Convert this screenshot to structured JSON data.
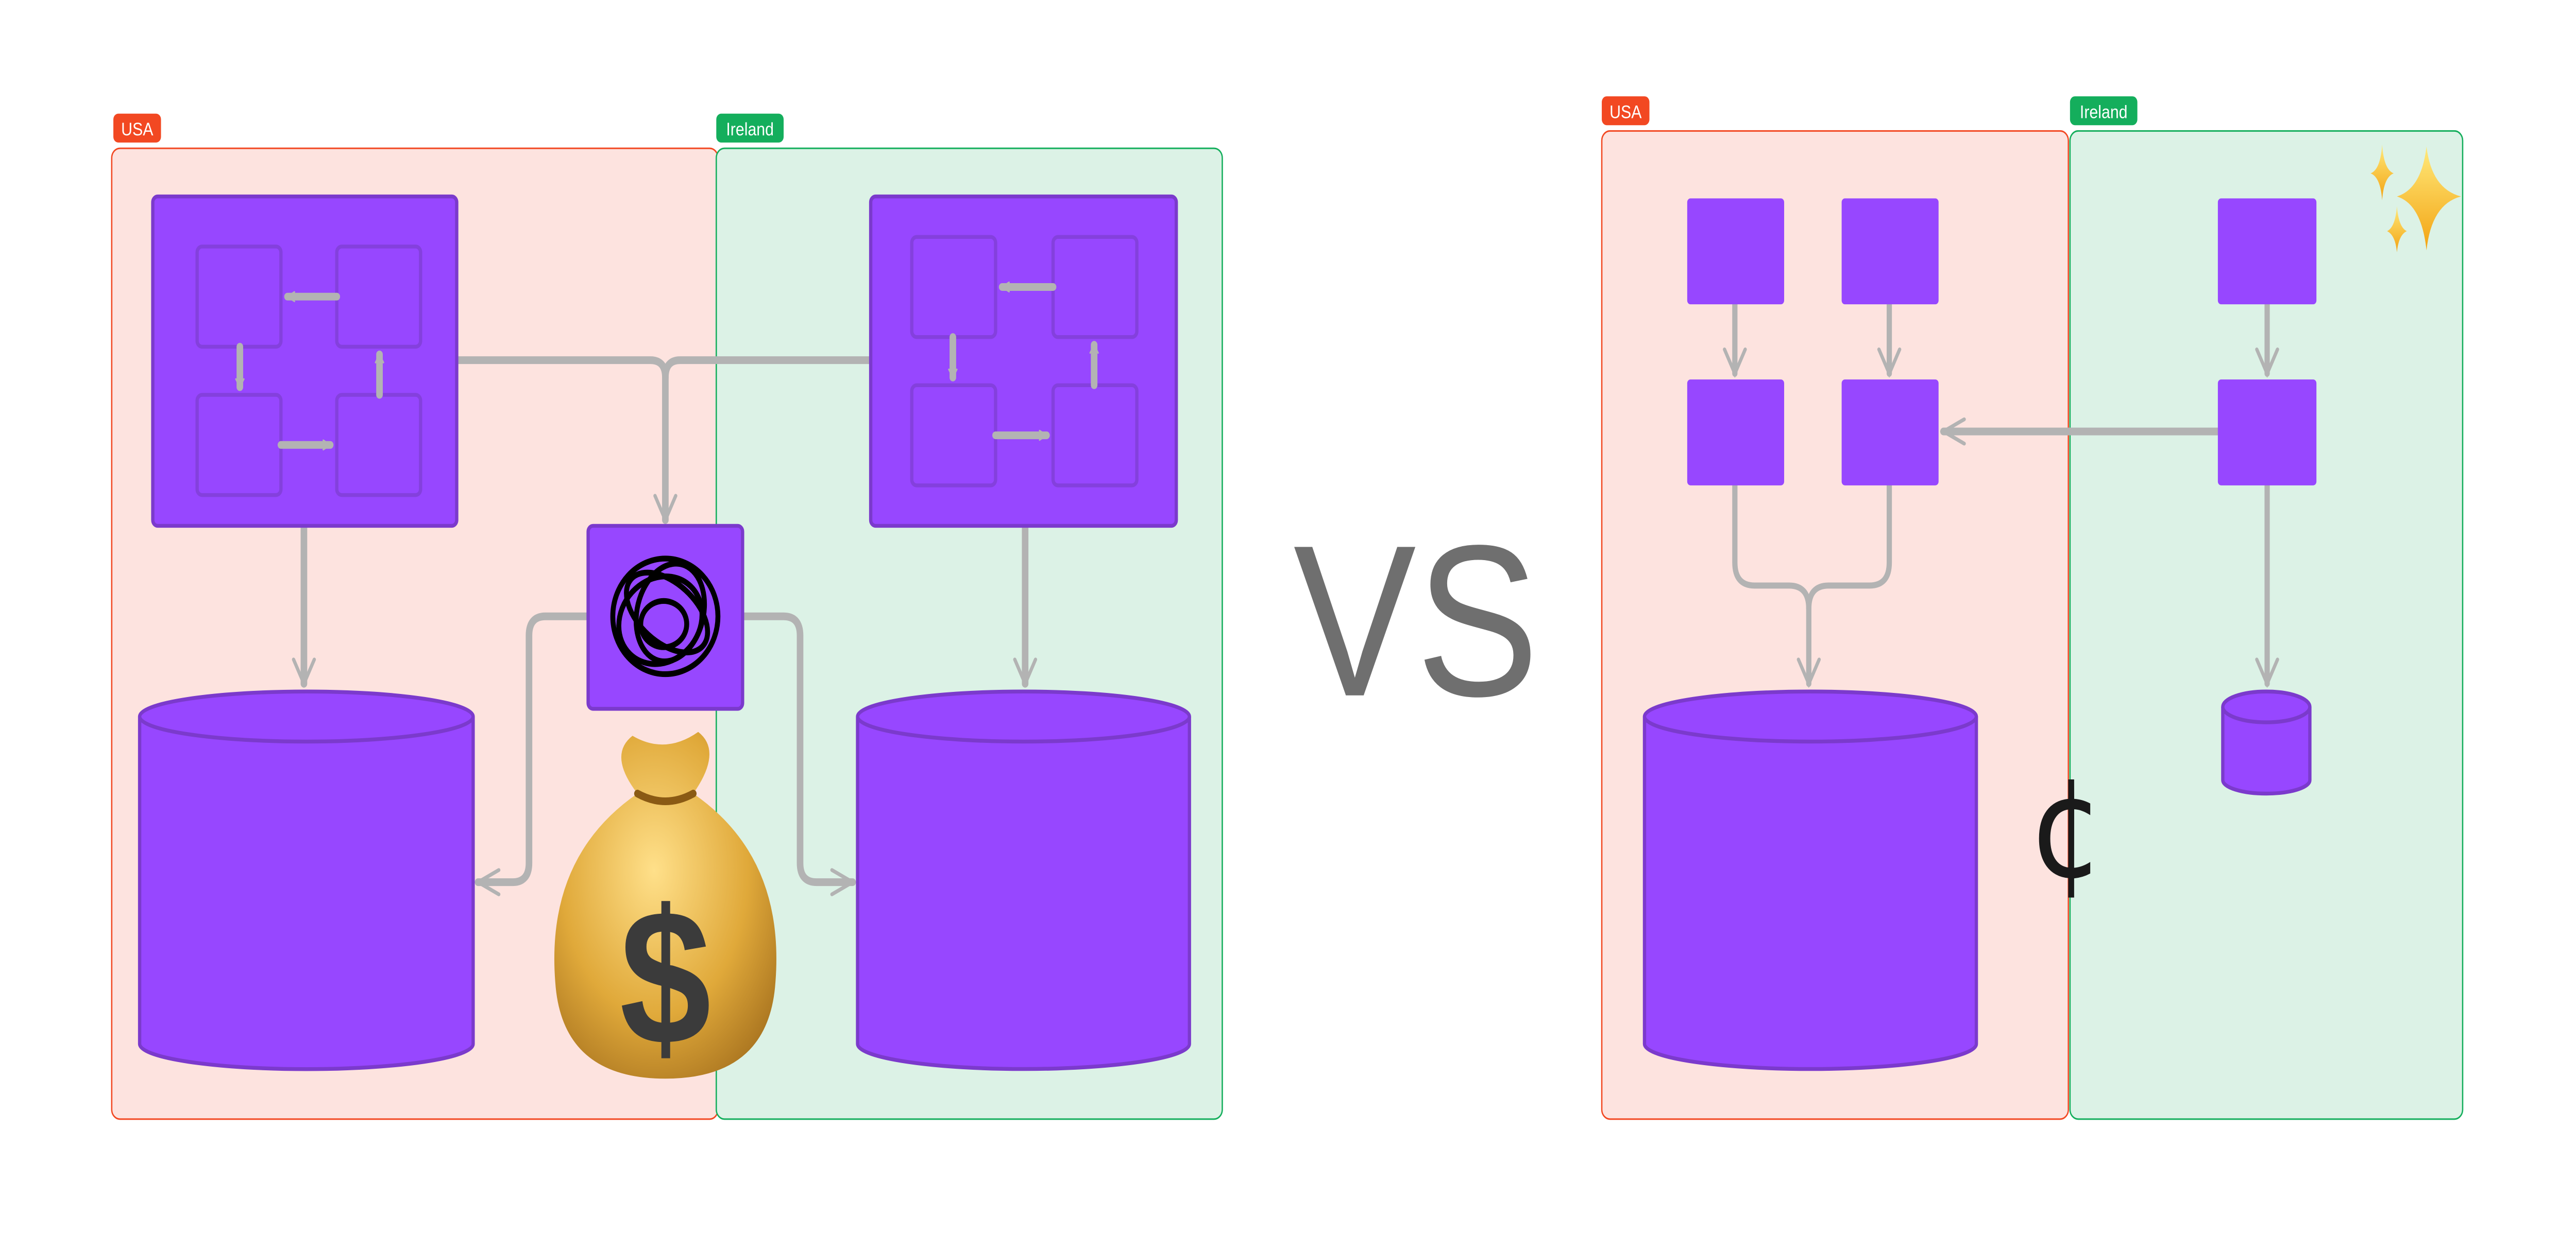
{
  "left_diagram": {
    "regions": [
      {
        "label": "USA",
        "color": "#f24822",
        "fill": "#fde3df"
      },
      {
        "label": "Ireland",
        "color": "#14ae5c",
        "fill": "#dcf2e6"
      }
    ],
    "money_emoji": "💰",
    "money_symbol": "$"
  },
  "separator": {
    "text": "VS"
  },
  "right_diagram": {
    "regions": [
      {
        "label": "USA",
        "color": "#f24822",
        "fill": "#fde3df"
      },
      {
        "label": "Ireland",
        "color": "#14ae5c",
        "fill": "#dcf2e6"
      }
    ],
    "cost_symbol": "¢",
    "sparkles_emoji": "✨"
  },
  "colors": {
    "node": "#9747ff",
    "node_stroke": "#7b3acc",
    "arrow": "#b3b3b3"
  }
}
